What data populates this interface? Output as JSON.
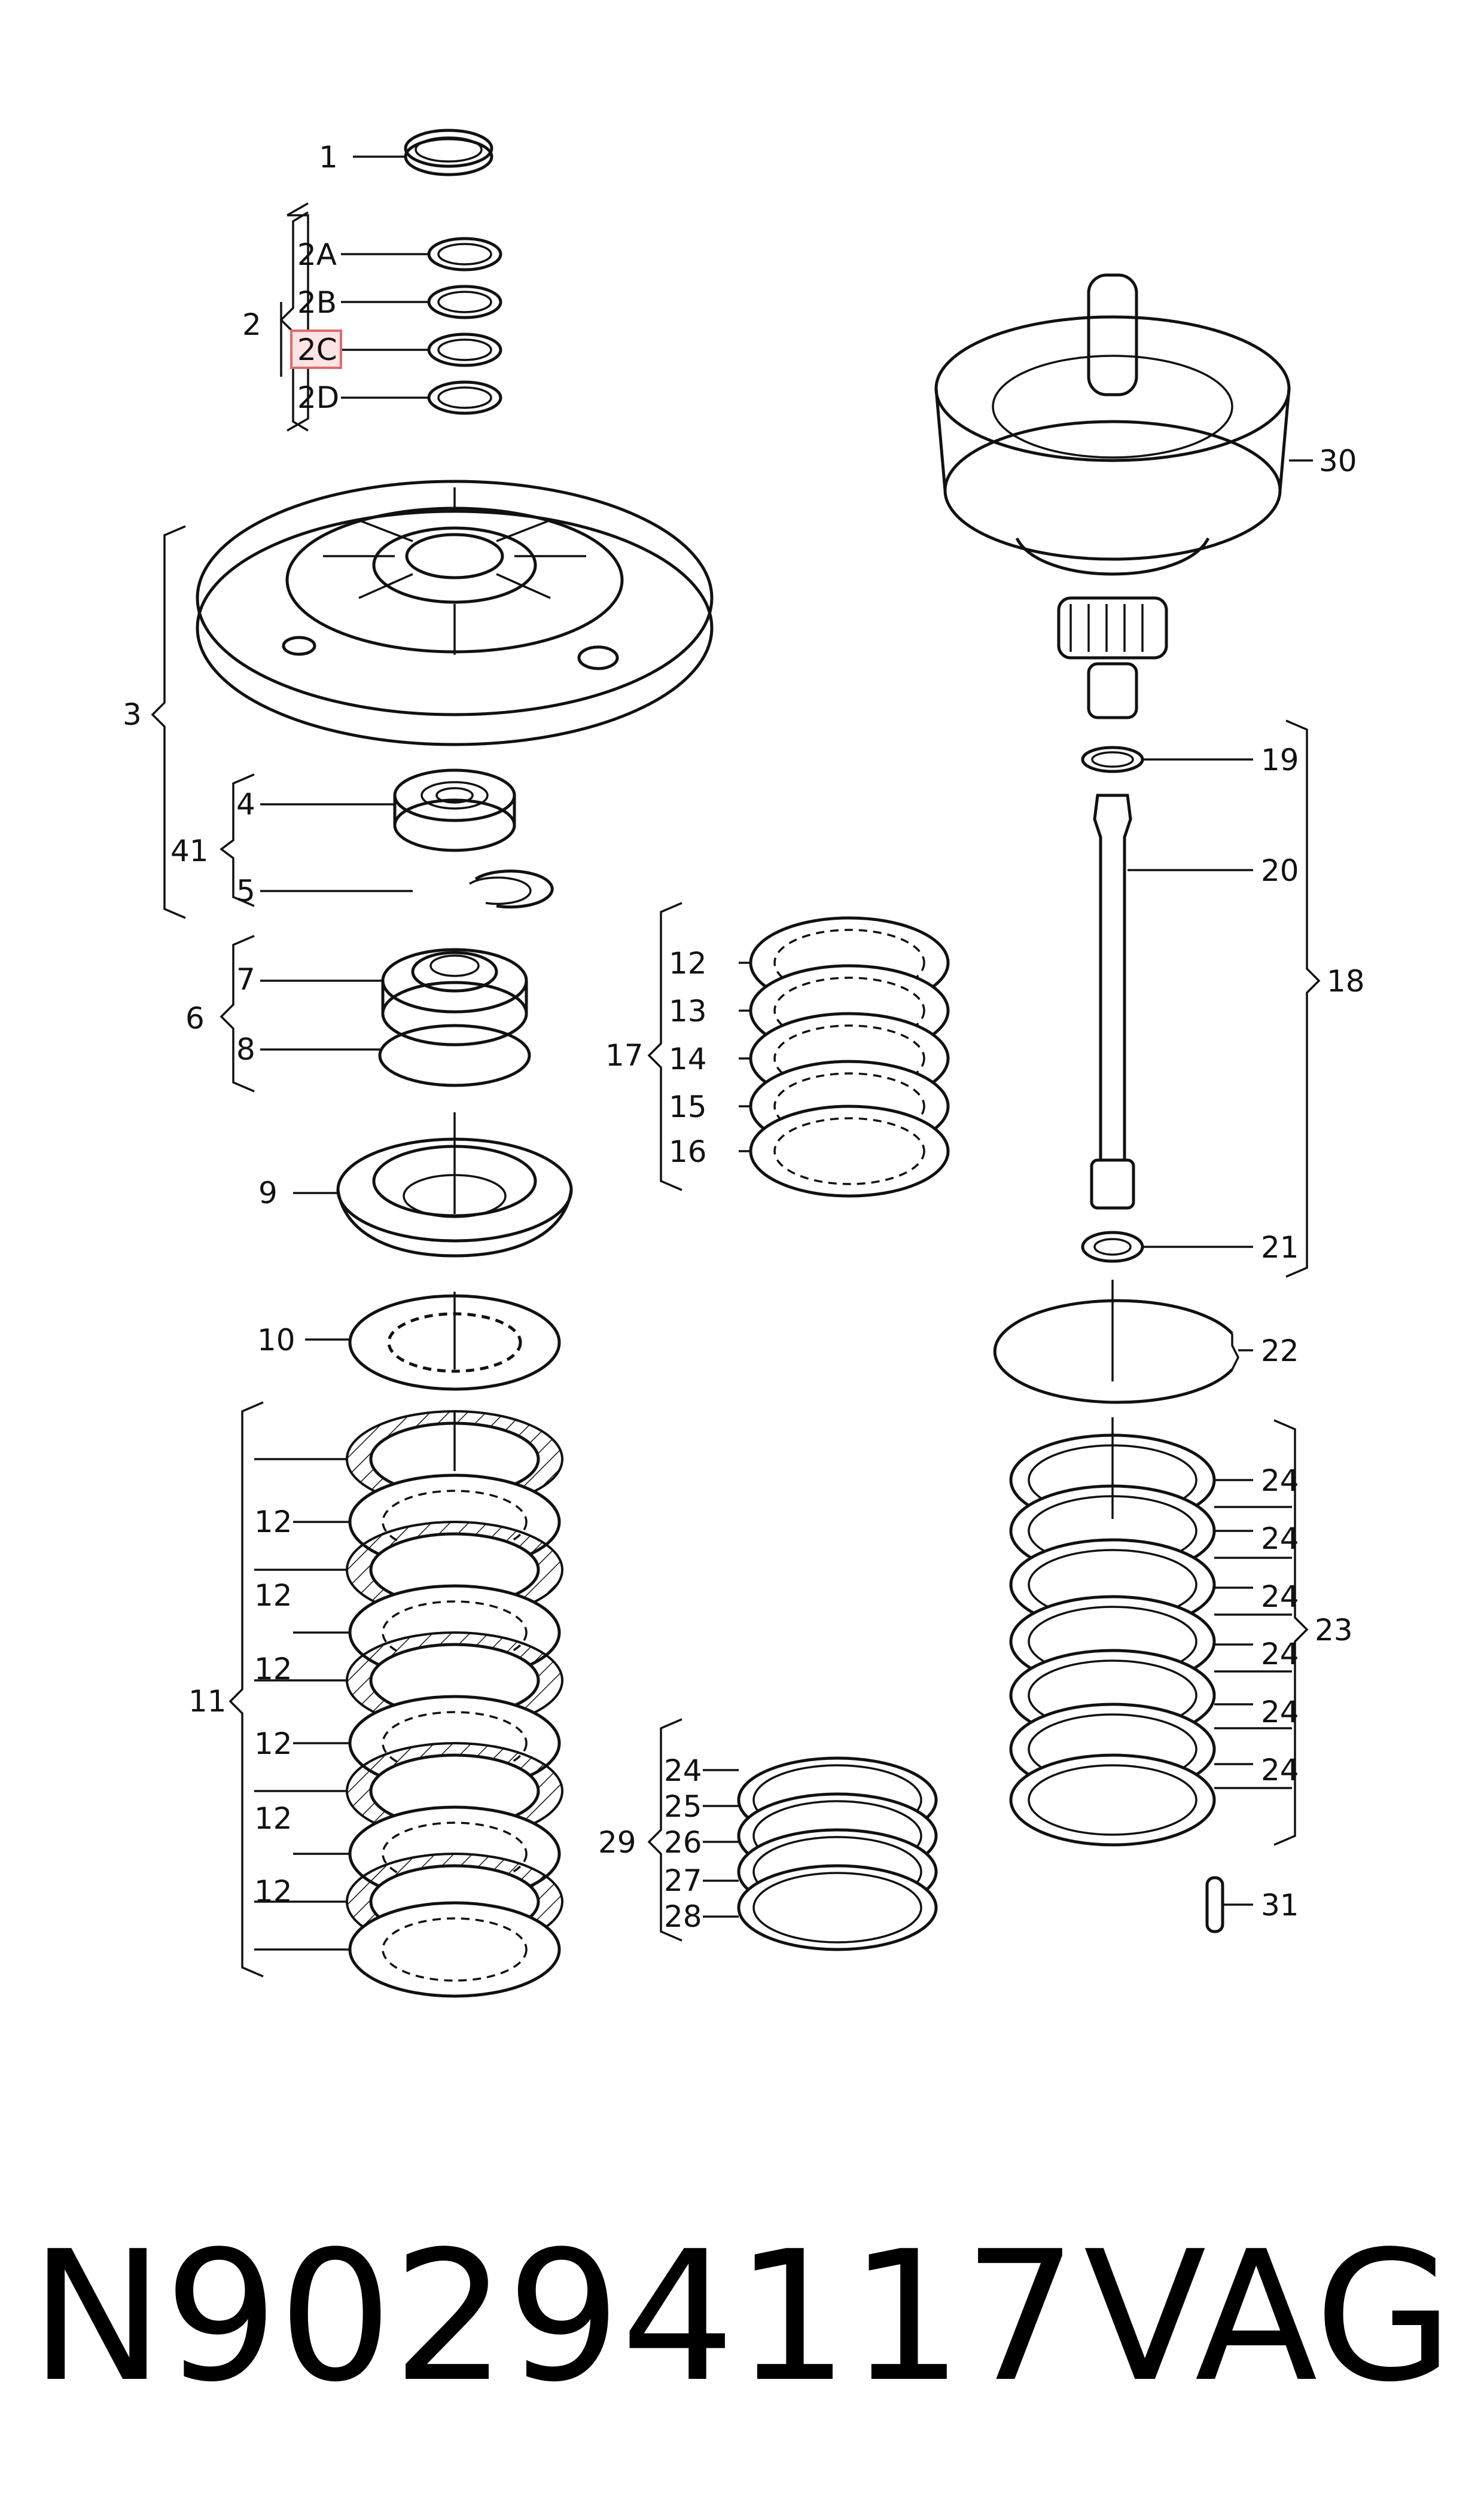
{
  "labels": {
    "l1": "1",
    "l2": "2",
    "l2A": "2A",
    "l2B": "2B",
    "l2C": "2C",
    "l2D": "2D",
    "l3": "3",
    "l41": "41",
    "l4": "4",
    "l5": "5",
    "l6": "6",
    "l7": "7",
    "l8": "8",
    "l9": "9",
    "l10": "10",
    "l11": "11",
    "l11a": "12",
    "l11b": "12",
    "l11c": "12",
    "l11d": "12",
    "l11e": "12",
    "l11f": "12",
    "l17": "17",
    "l17a": "12",
    "l13": "13",
    "l14": "14",
    "l15": "15",
    "l16": "16",
    "l18": "18",
    "l19": "19",
    "l20": "20",
    "l21": "21",
    "l22": "22",
    "l23": "23",
    "l24a": "24",
    "l24b": "24",
    "l24c": "24",
    "l24d": "24",
    "l24e": "24",
    "l24f": "24",
    "l29": "29",
    "l29a": "24",
    "l25": "25",
    "l26": "26",
    "l27": "27",
    "l28": "28",
    "l30": "30",
    "l31": "31"
  },
  "highlighted_label": "2C",
  "part_number": {
    "code": "N90294117",
    "brand": "VAG"
  }
}
